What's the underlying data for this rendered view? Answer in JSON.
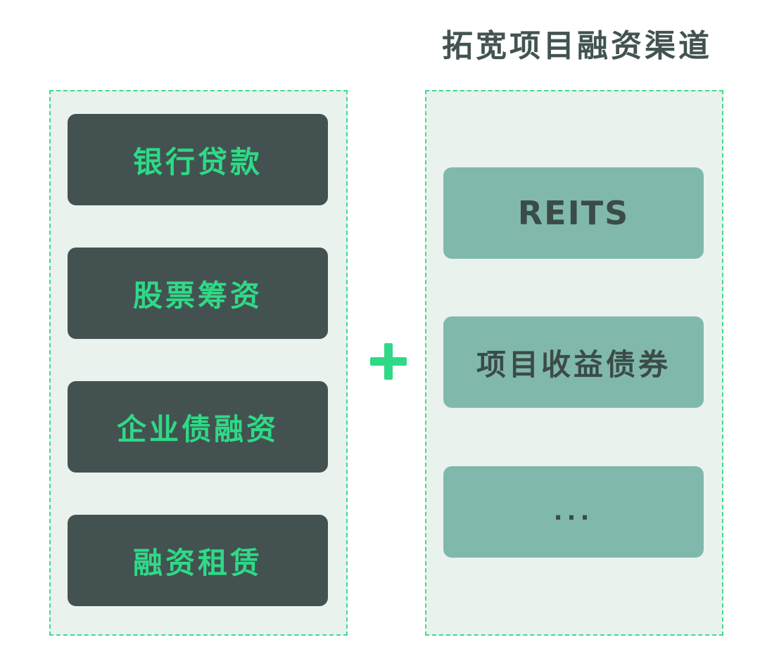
{
  "title": "拓宽项目融资渠道",
  "traditional": {
    "items": [
      {
        "label": "银行贷款"
      },
      {
        "label": "股票筹资"
      },
      {
        "label": "企业债融资"
      },
      {
        "label": "融资租赁"
      }
    ]
  },
  "connector": {
    "icon": "plus-icon",
    "color": "#2fd987"
  },
  "expanded": {
    "items": [
      {
        "label": "REITS"
      },
      {
        "label": "项目收益债券"
      },
      {
        "label": "..."
      }
    ]
  },
  "colors": {
    "panel_background": "#eaf2ee",
    "panel_border": "#3fdc8c",
    "dark_box": "#435250",
    "dark_box_text": "#2fd987",
    "light_box": "#80b9ac",
    "light_box_text": "#3b4b48",
    "title_text": "#425351"
  }
}
